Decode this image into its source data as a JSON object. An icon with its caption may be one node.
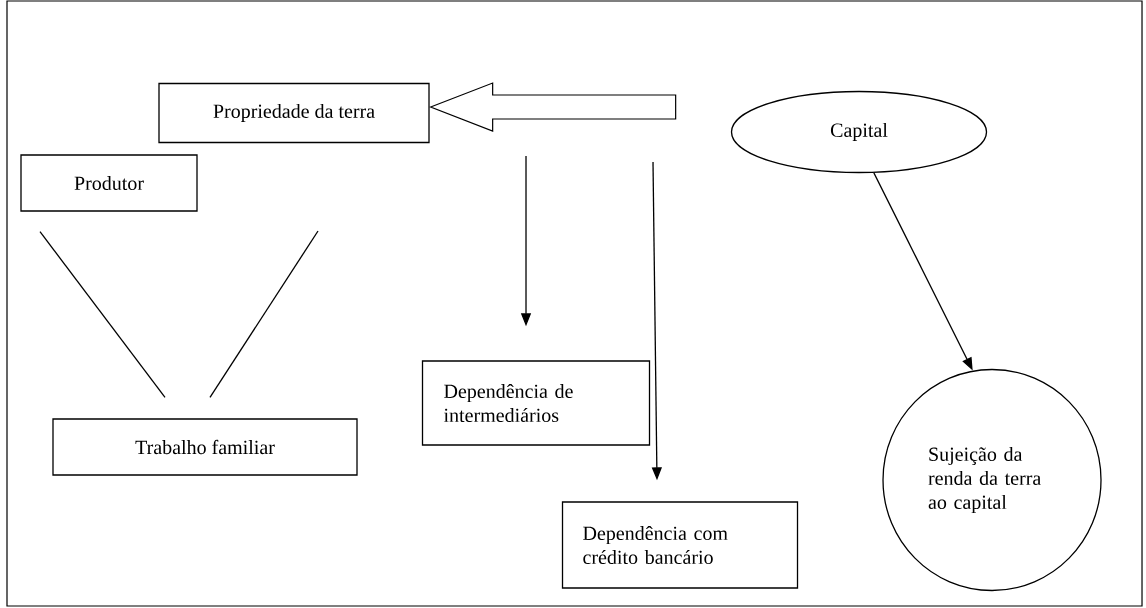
{
  "diagram": {
    "nodes": [
      {
        "text": [
          "Propriedade da terra"
        ]
      },
      {
        "text": [
          "Capital"
        ]
      },
      {
        "text": [
          "Produtor"
        ]
      },
      {
        "text": [
          "Dependência de intermediários"
        ]
      },
      {
        "text": [
          "Trabalho familiar"
        ]
      },
      {
        "text": [
          "Sujeição da renda da terra ao capital"
        ]
      },
      {
        "text": [
          "Dependência com crédito bancário"
        ]
      }
    ],
    "edges": [
      {
        "from": null,
        "to": 0,
        "arrow": "to",
        "style": "thick"
      },
      {
        "from": 2,
        "to": 4,
        "arrow": "none"
      },
      {
        "from": null,
        "to": 4,
        "arrow": "none"
      },
      {
        "from": null,
        "to": 3,
        "arrow": "to"
      },
      {
        "from": null,
        "to": 6,
        "arrow": "to"
      },
      {
        "from": 1,
        "to": 5,
        "arrow": "to"
      }
    ]
  }
}
